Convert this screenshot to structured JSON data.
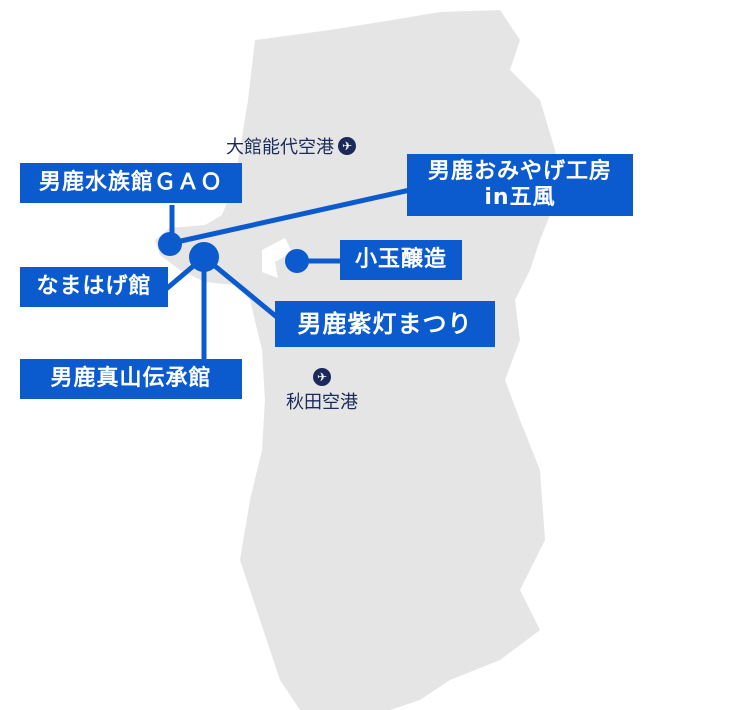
{
  "colors": {
    "accent": "#0b5bcf",
    "land": "#e5e5e5",
    "airport_text": "#1b2a5a"
  },
  "spots": [
    {
      "name": "男鹿水族館ＧＡＯ"
    },
    {
      "name": "なまはげ館"
    },
    {
      "name": "男鹿真山伝承館"
    },
    {
      "name": "男鹿おみやげ工房",
      "name2": "in五風"
    },
    {
      "name": "小玉醸造"
    },
    {
      "name": "男鹿紫灯まつり"
    }
  ],
  "airports": [
    {
      "name": "大館能代空港",
      "icon": "airplane-icon"
    },
    {
      "name": "秋田空港",
      "icon": "airplane-icon"
    }
  ]
}
